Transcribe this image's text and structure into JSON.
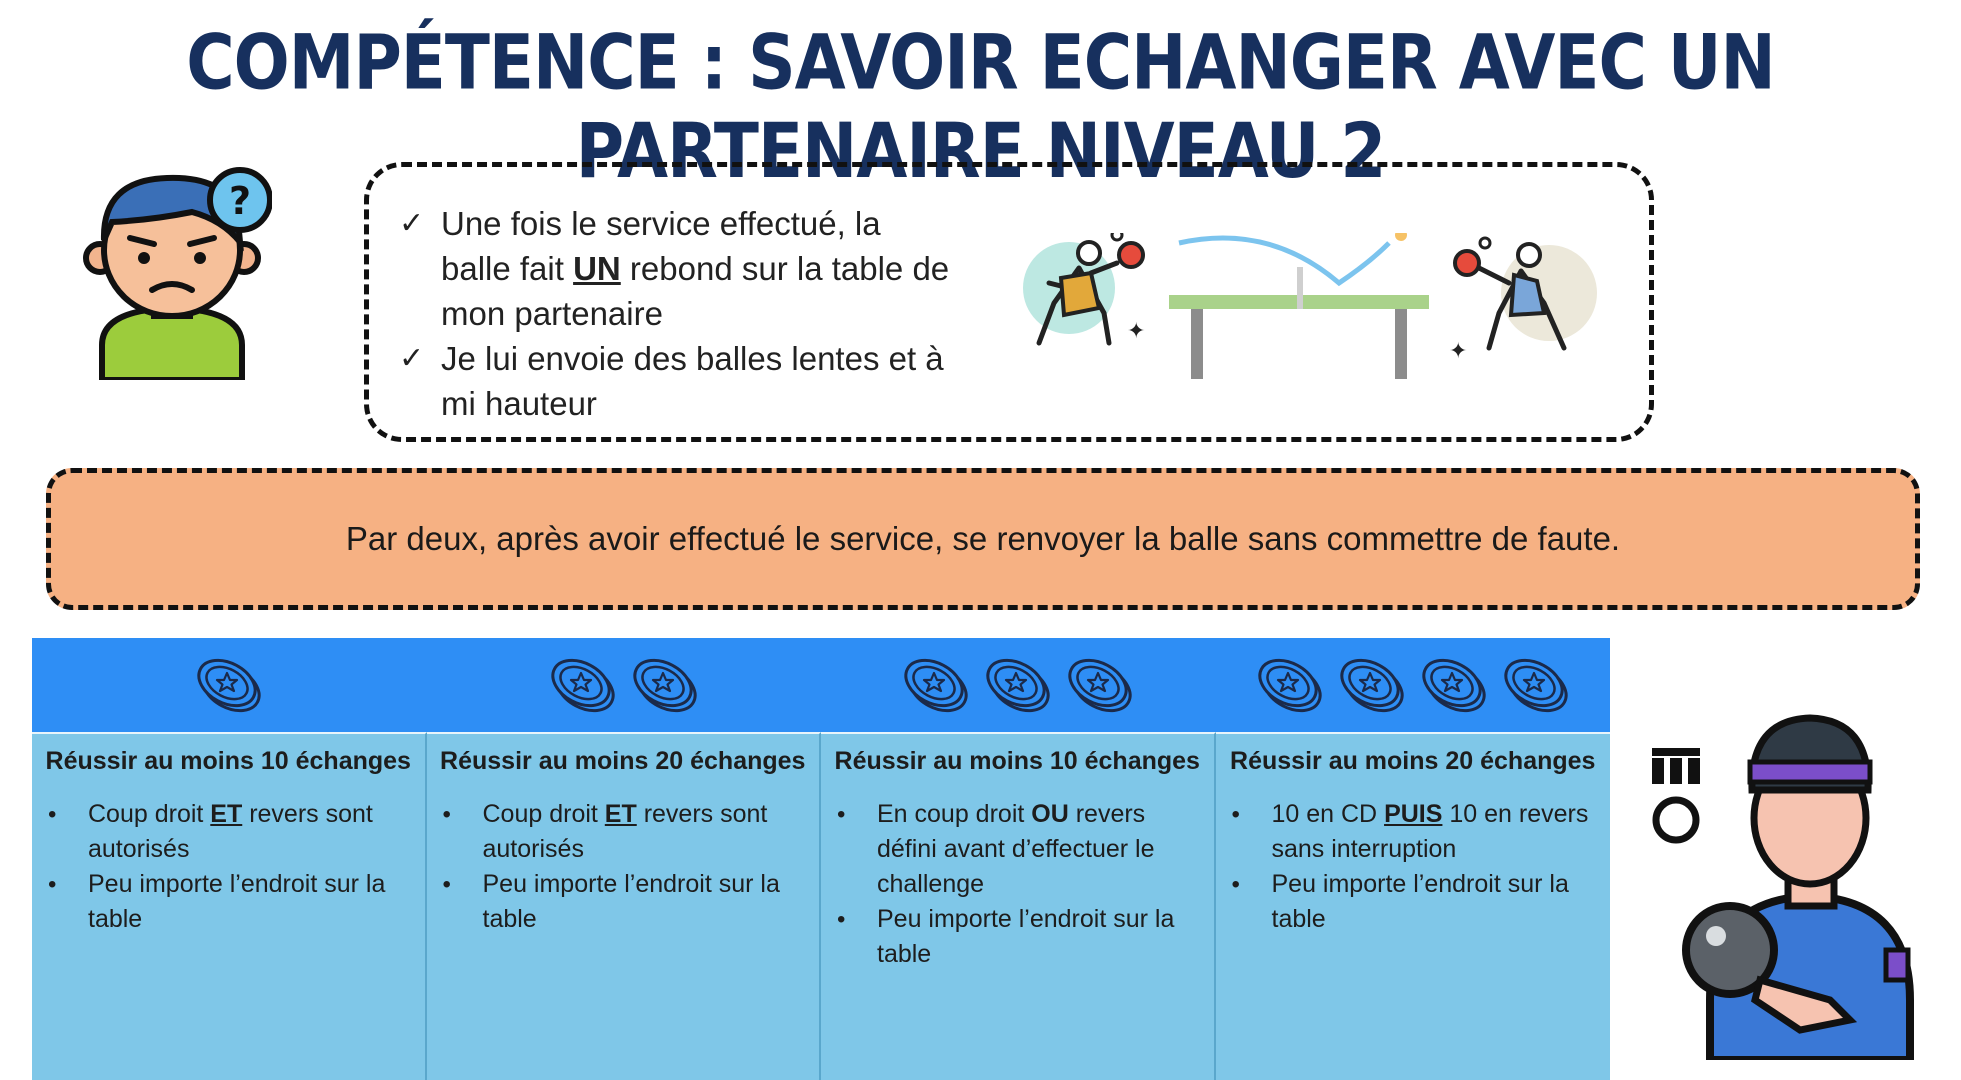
{
  "title": "Compétence : Savoir Echanger avec un partenaire niveau 2",
  "info": {
    "items": [
      {
        "check": "✓",
        "parts": [
          "Une fois le service effectué, la balle fait ",
          "UN",
          " rebond sur la table de mon partenaire"
        ]
      },
      {
        "check": "✓",
        "parts": [
          "Je lui envoie des balles lentes et à mi hauteur"
        ]
      }
    ]
  },
  "objective": "Par deux, après avoir effectué le service, se renvoyer la balle sans commettre de faute.",
  "levels": [
    {
      "coins": 1,
      "title": "Réussir au moins 10 échanges",
      "bullets": [
        {
          "pre": "Coup droit ",
          "key": "ET",
          "post": " revers sont autorisés"
        },
        {
          "pre": "Peu importe l’endroit sur la table",
          "key": "",
          "post": ""
        }
      ]
    },
    {
      "coins": 2,
      "title": "Réussir au moins 20 échanges",
      "bullets": [
        {
          "pre": "Coup droit ",
          "key": "ET",
          "post": " revers sont autorisés"
        },
        {
          "pre": "Peu importe l’endroit sur la table",
          "key": "",
          "post": ""
        }
      ]
    },
    {
      "coins": 3,
      "title": "Réussir au moins 10 échanges",
      "bullets": [
        {
          "pre": "En coup droit ",
          "key": "OU",
          "post": " revers défini avant d’effectuer le challenge"
        },
        {
          "pre": "Peu importe l’endroit sur la table",
          "key": "",
          "post": ""
        }
      ]
    },
    {
      "coins": 4,
      "title": "Réussir au moins 20 échanges",
      "bullets": [
        {
          "pre": "10 en CD ",
          "key": "PUIS",
          "post": " 10 en revers sans interruption"
        },
        {
          "pre": "Peu importe l’endroit sur la table",
          "key": "",
          "post": ""
        }
      ]
    }
  ],
  "icons": {
    "avatar_left": "confused-person-icon",
    "scene": "ping-pong-players-icon",
    "coin": "star-coin-icon",
    "player_right": "ping-pong-player-icon"
  },
  "colors": {
    "title": "#17305e",
    "objective_bg": "#f6b183",
    "header_bg": "#2e8ef5",
    "body_bg": "#7fc7e8"
  }
}
